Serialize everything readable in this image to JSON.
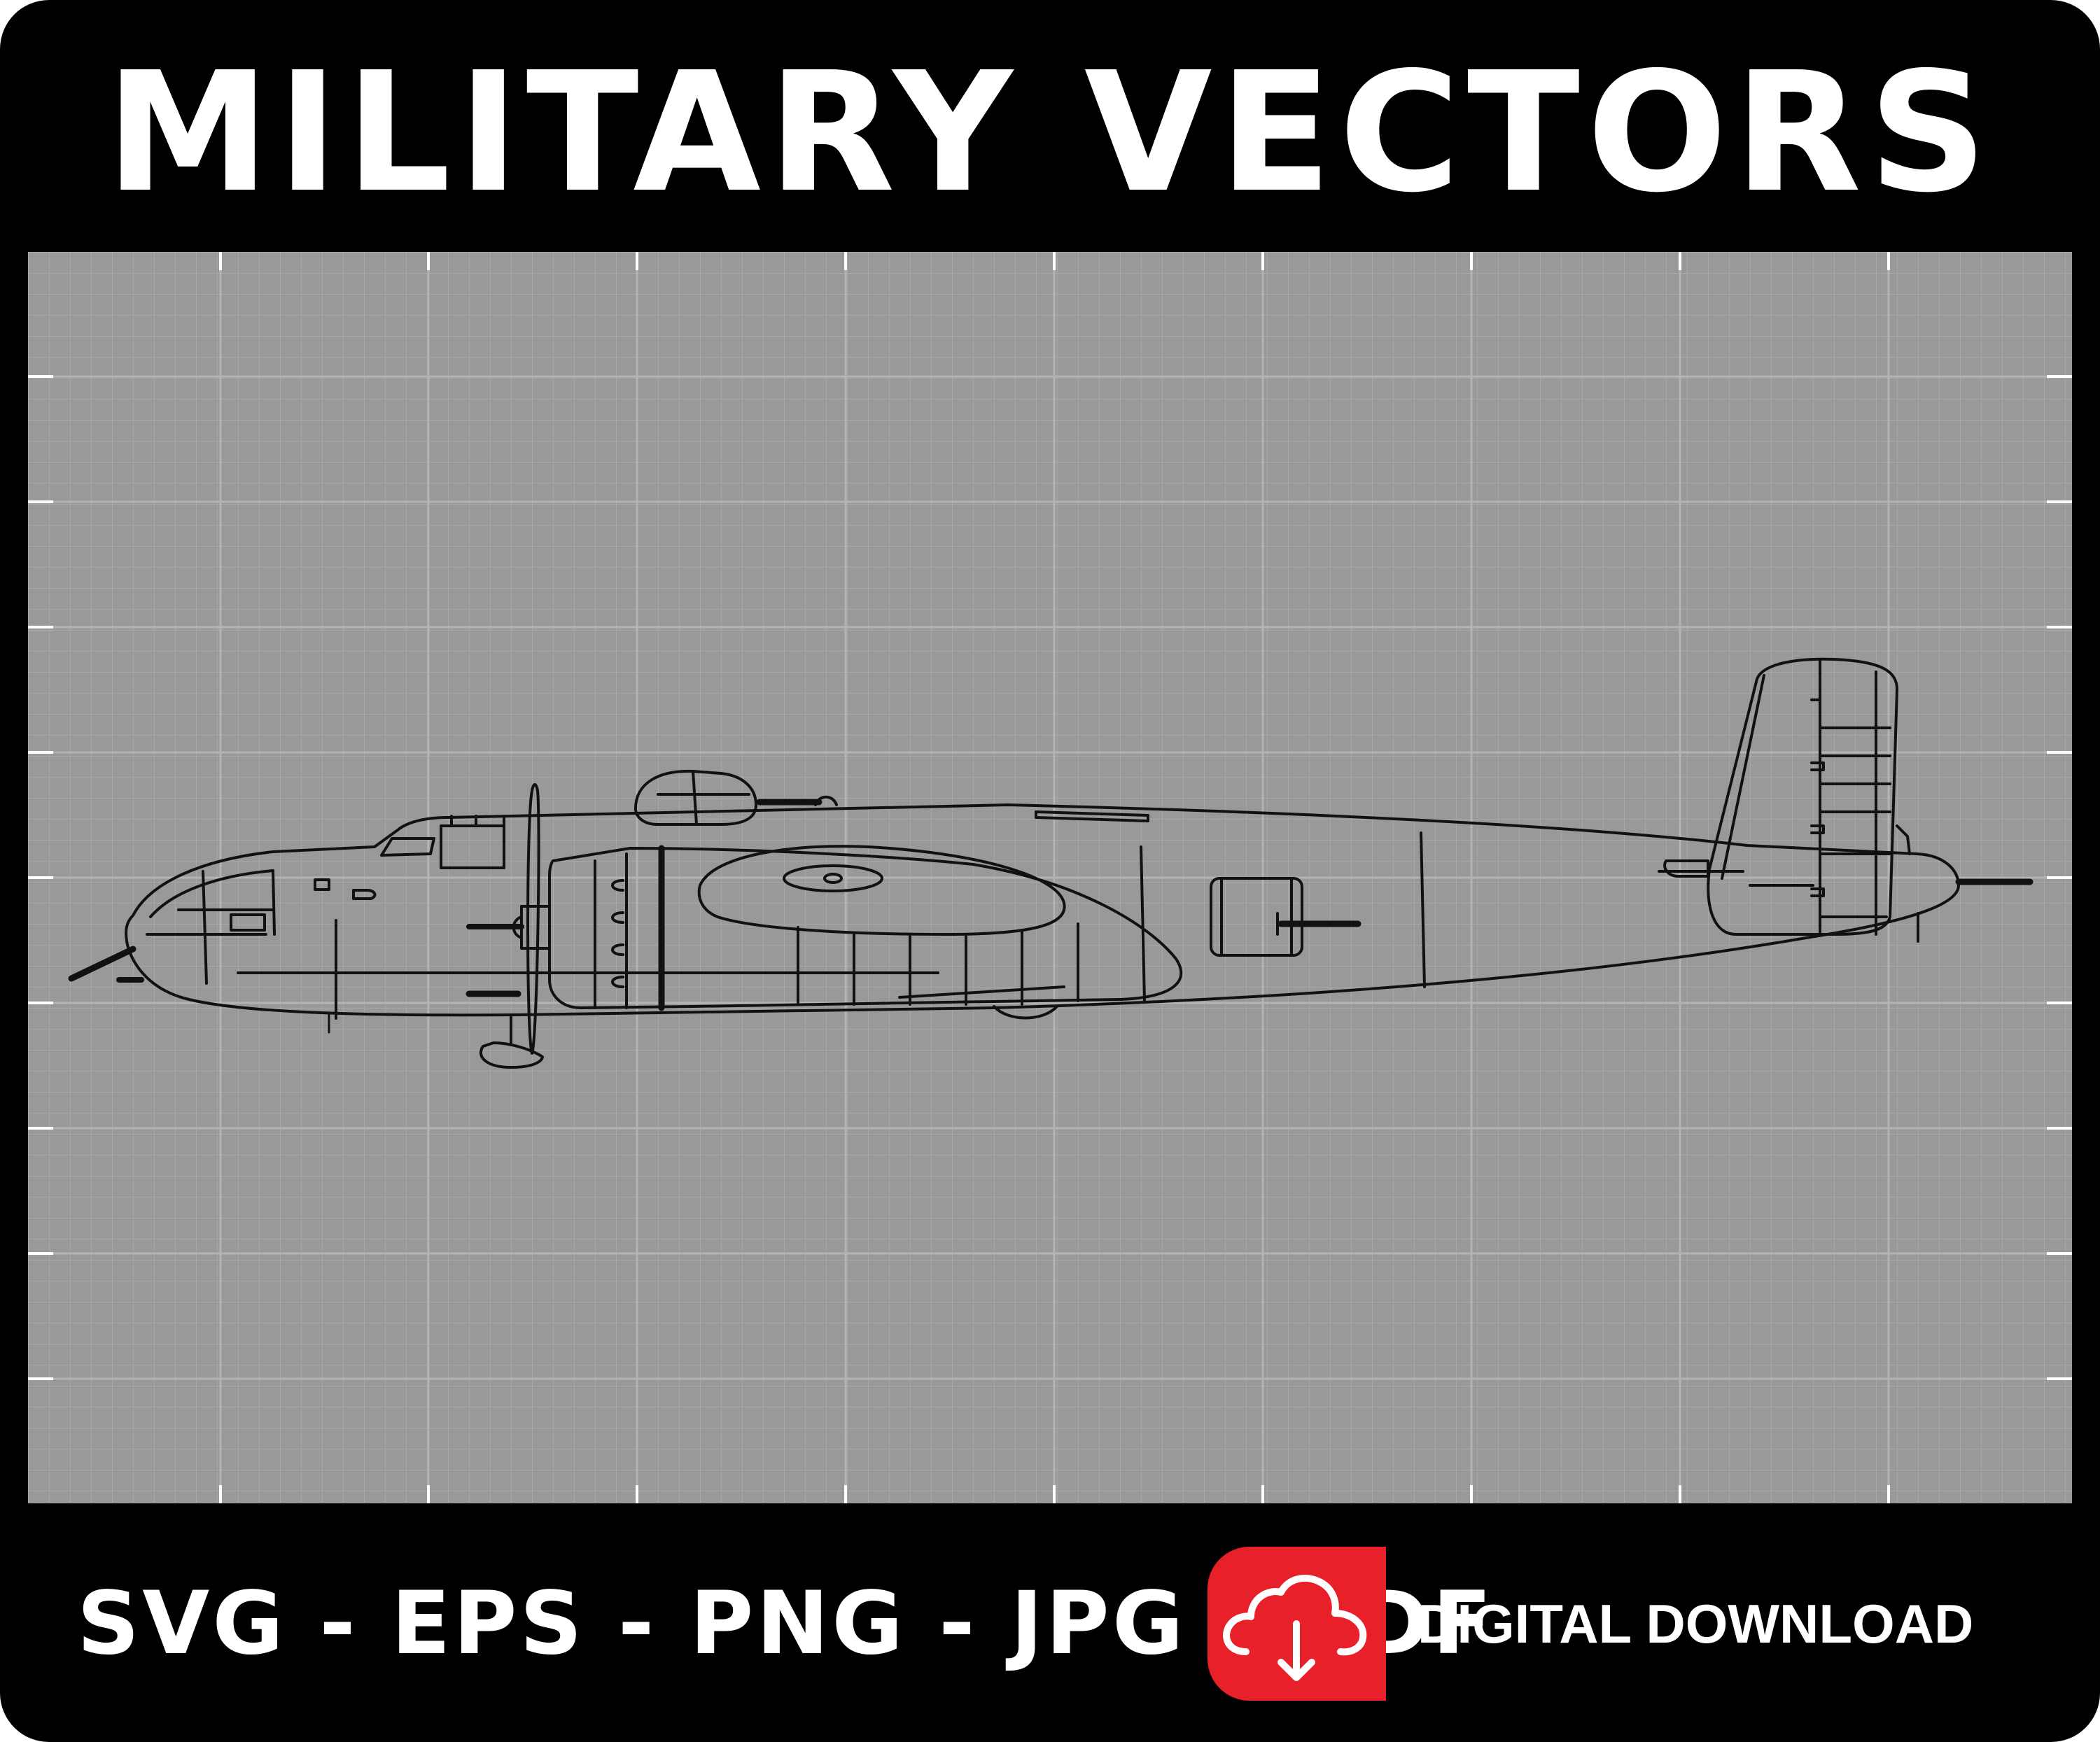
{
  "header": {
    "title": "MILITARY VECTORS"
  },
  "footer": {
    "formats": "SVG - EPS - PNG - JPG - PDF",
    "download_label": "DIGITAL DOWNLOAD"
  },
  "icons": {
    "download": "cloud-download-icon"
  },
  "colors": {
    "frame": "#000000",
    "canvas": "#999999",
    "grid": "#aeaeae",
    "accent": "#e8202a",
    "text": "#ffffff"
  }
}
